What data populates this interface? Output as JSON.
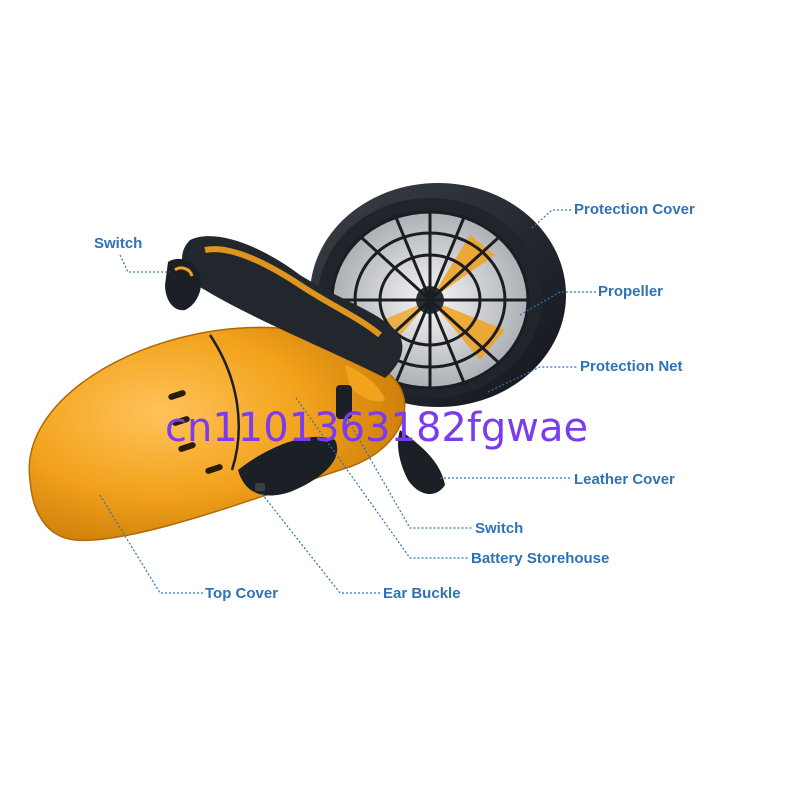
{
  "labels": {
    "protection_cover": "Protection Cover",
    "switch_top": "Switch",
    "propeller": "Propeller",
    "protection_net": "Protection Net",
    "leather_cover": "Leather Cover",
    "switch_bottom": "Switch",
    "battery_storehouse": "Battery Storehouse",
    "top_cover": "Top Cover",
    "ear_buckle": "Ear Buckle"
  },
  "watermark": "cn1101363182fgwae",
  "colors": {
    "label_text": "#2f72b6",
    "leader_line": "#2f72b6",
    "body_orange": "#f2a21c",
    "body_black": "#1b1f26",
    "watermark": "#7b3cf0"
  }
}
